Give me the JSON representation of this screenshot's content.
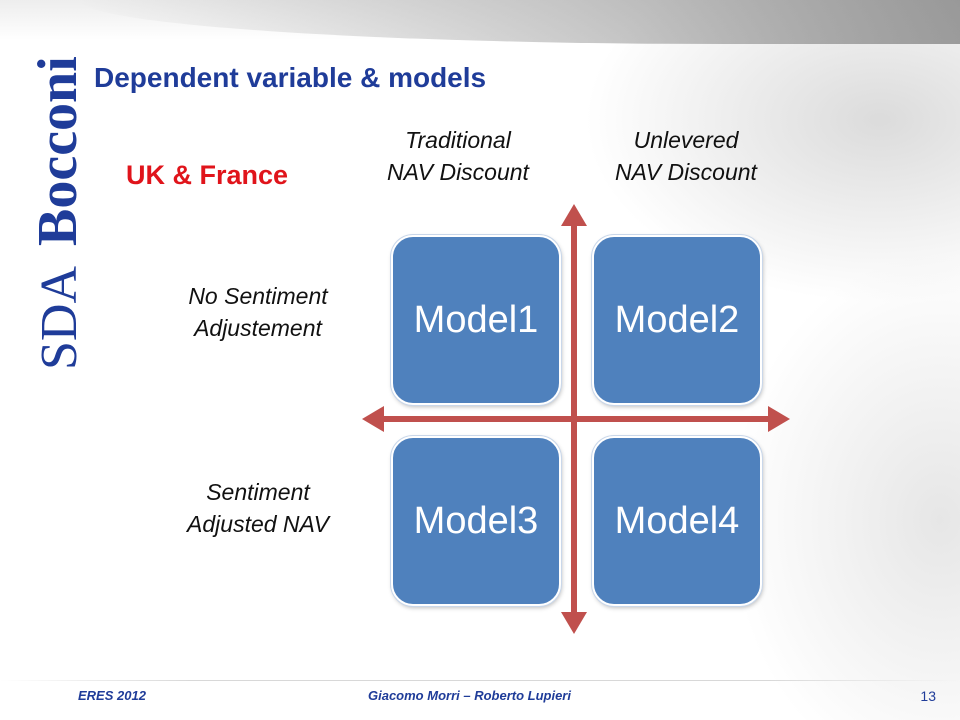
{
  "header": {
    "title": "Dependent variable & models"
  },
  "logo": {
    "text_main": "Bocconi",
    "text_prefix": "SDA"
  },
  "matrix": {
    "region": "UK & France",
    "columns": [
      {
        "line1": "Traditional",
        "line2": "NAV Discount"
      },
      {
        "line1": "Unlevered",
        "line2": "NAV Discount"
      }
    ],
    "rows": [
      {
        "line1": "No Sentiment",
        "line2": "Adjustement"
      },
      {
        "line1": "Sentiment",
        "line2": "Adjusted NAV"
      }
    ],
    "models": [
      "Model1",
      "Model2",
      "Model3",
      "Model4"
    ],
    "colors": {
      "box": "#4f81bd",
      "arrow": "#c0504d"
    }
  },
  "footer": {
    "event": "ERES 2012",
    "authors": "Giacomo Morri – Roberto Lupieri",
    "page": "13"
  }
}
